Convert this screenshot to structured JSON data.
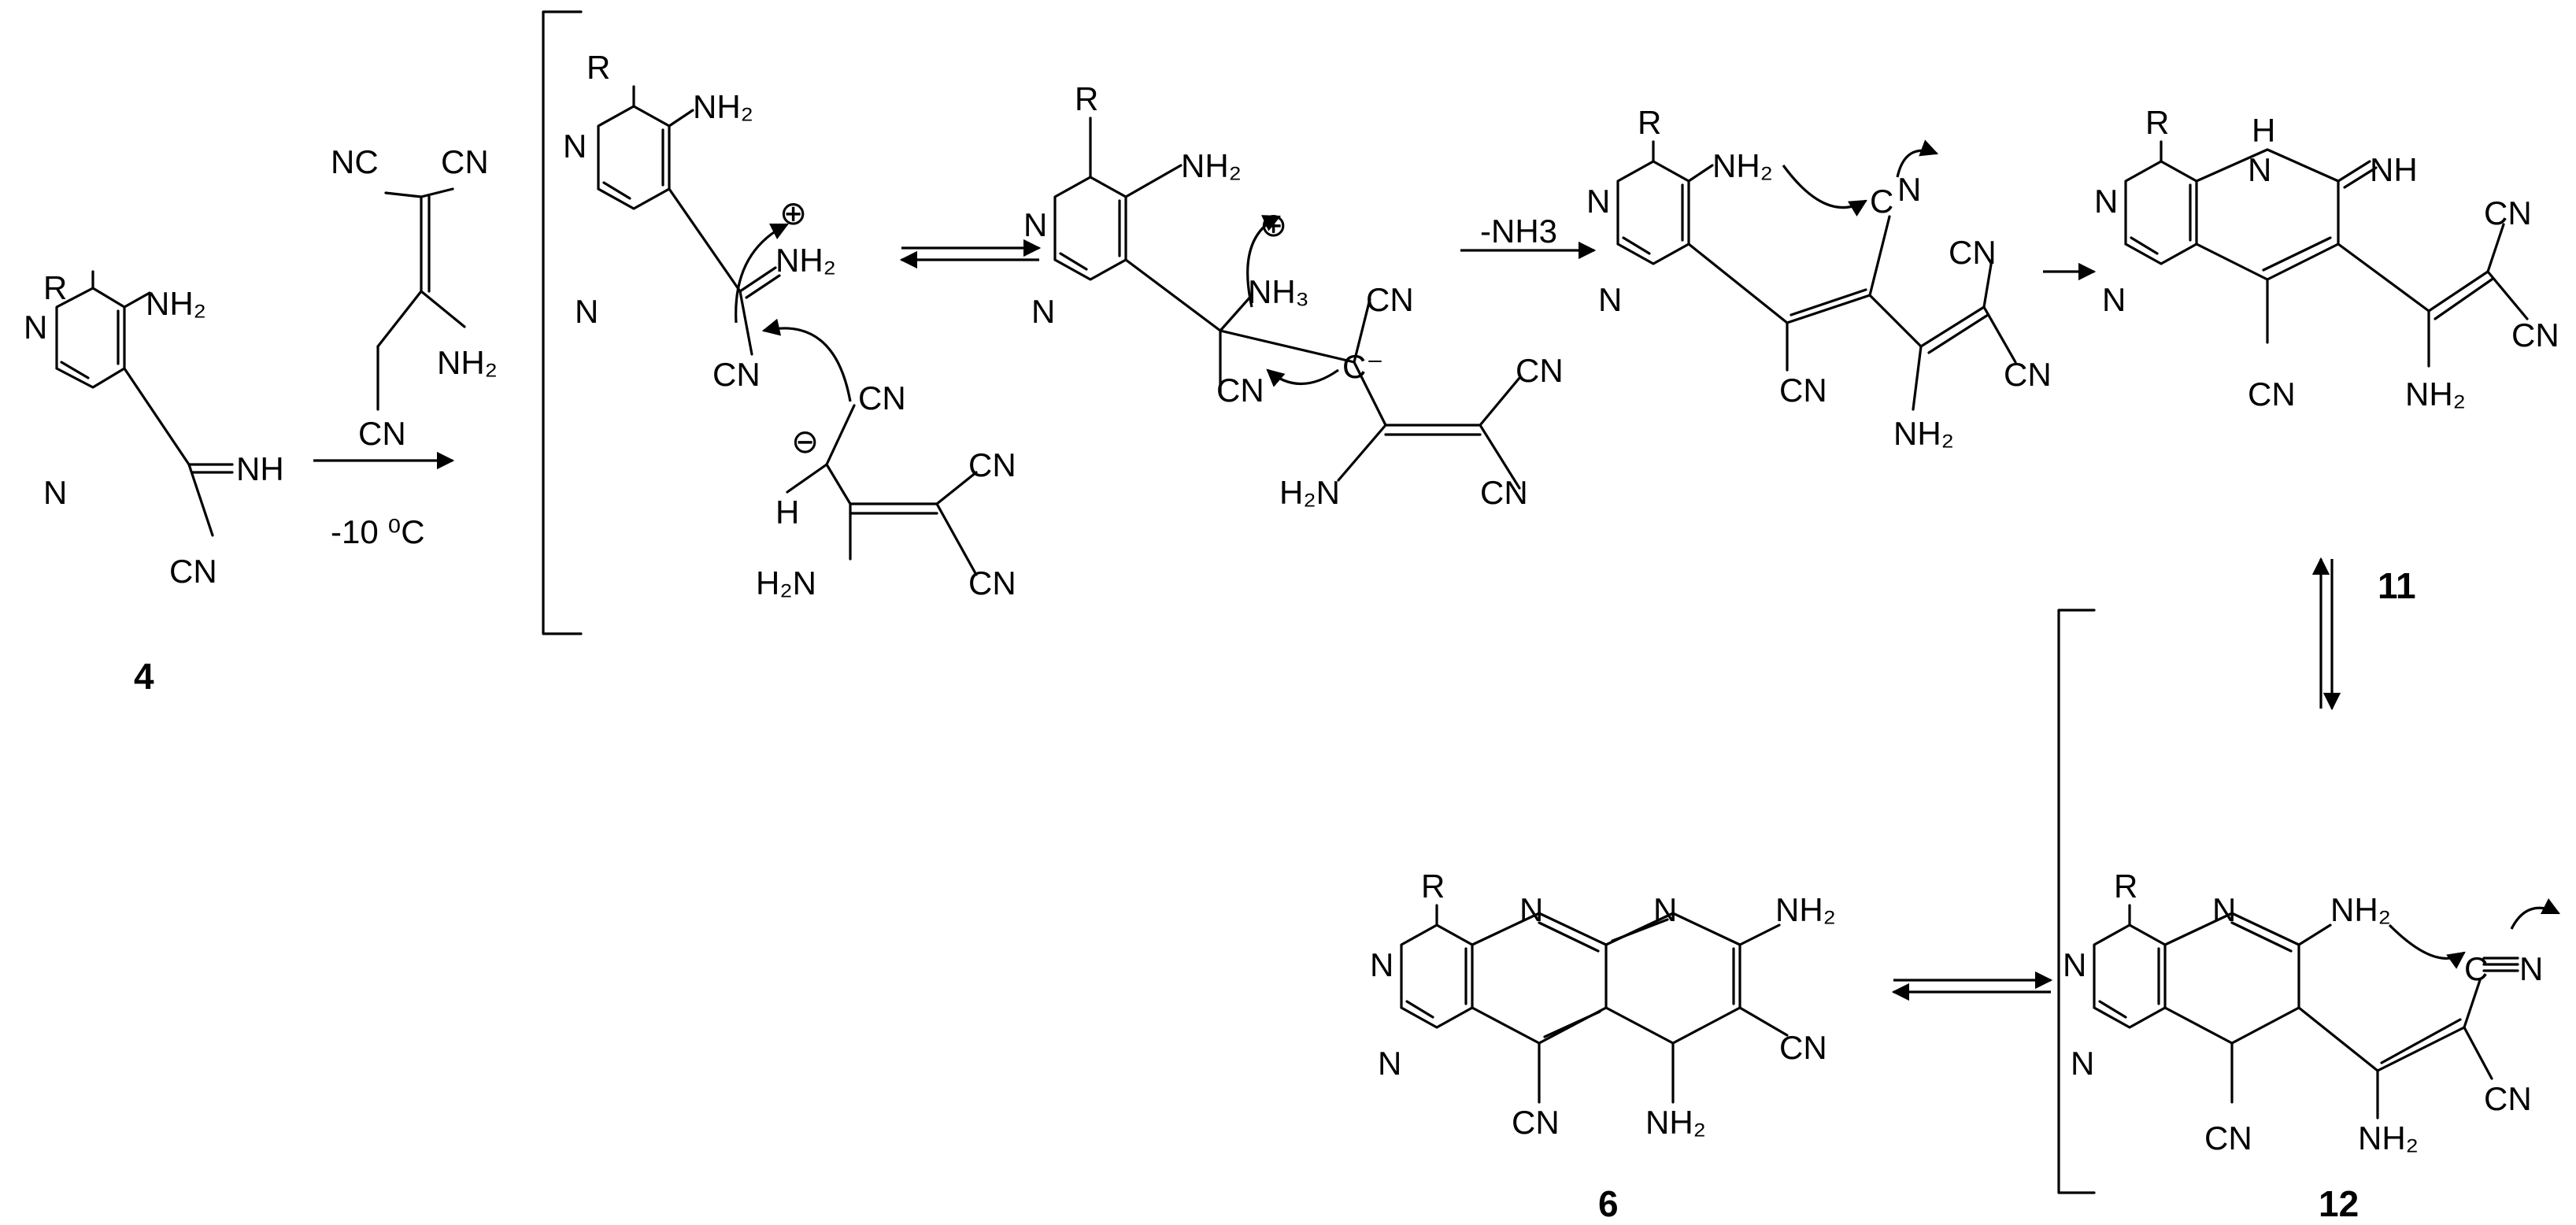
{
  "compound_labels": {
    "c4": "4",
    "c6": "6",
    "c11": "11",
    "c12": "12"
  },
  "reagent": {
    "conditions": "-10 ⁰C"
  },
  "step_labels": {
    "loss": "-NH3"
  },
  "atoms": {
    "R": "R",
    "N": "N",
    "H": "H",
    "NH": "NH",
    "NH2": "NH₂",
    "H2N": "H₂N",
    "NH3": "NH₃",
    "CN": "CN",
    "NC": "NC",
    "C": "C",
    "Cminus": "C⁻",
    "NH_eq": "NH",
    "plus": "⊕",
    "minus": "⊖"
  }
}
